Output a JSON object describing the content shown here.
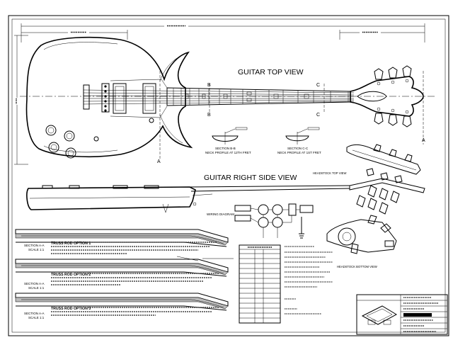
{
  "views": {
    "top_view_title": "GUITAR TOP VIEW",
    "side_view_title": "GUITAR RIGHT SIDE VIEW",
    "headstock_top_label": "HEADSTOCK TOP VIEW",
    "headstock_bottom_label": "HEADSTOCK BOTTOM VIEW",
    "wiring_label": "WIRING DIAGRAM"
  },
  "section_markers": {
    "a": "A",
    "b": "B",
    "c": "C"
  },
  "sections": [
    {
      "title": "SECTION B-B",
      "subtitle": "NECK PROFILE AT 12TH FRET"
    },
    {
      "title": "SECTION C-C",
      "subtitle": "NECK PROFILE AT 1ST FRET"
    },
    {
      "title": "SECTION A-A",
      "subtitle": "SCALE 1:1"
    },
    {
      "title": "SECTION A-A",
      "subtitle": "SCALE 1:1"
    },
    {
      "title": "SECTION A-A",
      "subtitle": "SCALE 1:1"
    }
  ],
  "options": [
    "TRUSS ROD OPTION 1",
    "TRUSS ROD OPTION 2",
    "TRUSS ROD OPTION 3"
  ]
}
